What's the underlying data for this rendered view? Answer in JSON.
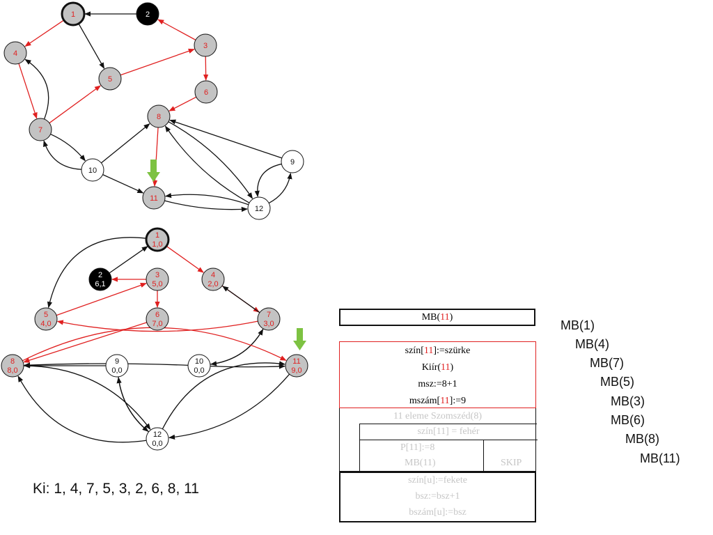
{
  "colors": {
    "visited_fill": "#c3c3c3",
    "unvisited_fill": "#ffffff",
    "finished_fill": "#000000",
    "tree_edge": "#e02020",
    "edge": "#111111",
    "marker": "#7dc242",
    "grey_text": "#c6c6c6"
  },
  "graph_top": {
    "nodes": [
      {
        "id": "1",
        "label": "1",
        "state": "visited",
        "root": true
      },
      {
        "id": "2",
        "label": "2",
        "state": "finished"
      },
      {
        "id": "3",
        "label": "3",
        "state": "visited"
      },
      {
        "id": "4",
        "label": "4",
        "state": "visited"
      },
      {
        "id": "5",
        "label": "5",
        "state": "visited"
      },
      {
        "id": "6",
        "label": "6",
        "state": "visited"
      },
      {
        "id": "7",
        "label": "7",
        "state": "visited"
      },
      {
        "id": "8",
        "label": "8",
        "state": "visited"
      },
      {
        "id": "9",
        "label": "9",
        "state": "unvisited"
      },
      {
        "id": "10",
        "label": "10",
        "state": "unvisited"
      },
      {
        "id": "11",
        "label": "11",
        "state": "visited",
        "current": true
      },
      {
        "id": "12",
        "label": "12",
        "state": "unvisited"
      }
    ]
  },
  "graph_bottom": {
    "nodes": [
      {
        "id": "1",
        "label": "1",
        "sub": "1,0",
        "state": "visited",
        "root": true
      },
      {
        "id": "2",
        "label": "2",
        "sub": "6,1",
        "state": "finished"
      },
      {
        "id": "3",
        "label": "3",
        "sub": "5,0",
        "state": "visited"
      },
      {
        "id": "4",
        "label": "4",
        "sub": "2,0",
        "state": "visited"
      },
      {
        "id": "5",
        "label": "5",
        "sub": "4,0",
        "state": "visited"
      },
      {
        "id": "6",
        "label": "6",
        "sub": "7,0",
        "state": "visited"
      },
      {
        "id": "7",
        "label": "7",
        "sub": "3,0",
        "state": "visited"
      },
      {
        "id": "8",
        "label": "8",
        "sub": "8,0",
        "state": "visited"
      },
      {
        "id": "9",
        "label": "9",
        "sub": "0,0",
        "state": "unvisited"
      },
      {
        "id": "10",
        "label": "10",
        "sub": "0,0",
        "state": "unvisited"
      },
      {
        "id": "11",
        "label": "11",
        "sub": "9,0",
        "state": "visited",
        "current": true
      },
      {
        "id": "12",
        "label": "12",
        "sub": "0,0",
        "state": "unvisited"
      }
    ]
  },
  "structogram": {
    "header": {
      "pre": "MB(",
      "arg": "11",
      "post": ")"
    },
    "body": [
      {
        "pre": "szín[",
        "arg": "11",
        "post": "]:=szürke"
      },
      {
        "pre": "Kiír(",
        "arg": "11",
        "post": ")"
      },
      {
        "pre": "msz:=8+1",
        "arg": "",
        "post": ""
      },
      {
        "pre": "mszám[",
        "arg": "11",
        "post": "]:=9"
      }
    ],
    "loop": "11 eleme Szomszéd(8)",
    "condition": "szín[11] = fehér",
    "then_lines": [
      "P[11]:=8",
      "MB(11)"
    ],
    "else": "SKIP",
    "tail": [
      "szín[u]:=fekete",
      "bsz:=bsz+1",
      "bszám[u]:=bsz"
    ]
  },
  "call_stack": [
    "MB(1)",
    "MB(4)",
    "MB(7)",
    "MB(5)",
    "MB(3)",
    "MB(6)",
    "MB(8)",
    "MB(11)"
  ],
  "output": "Ki: 1, 4, 7, 5, 3, 2, 6, 8, 11"
}
